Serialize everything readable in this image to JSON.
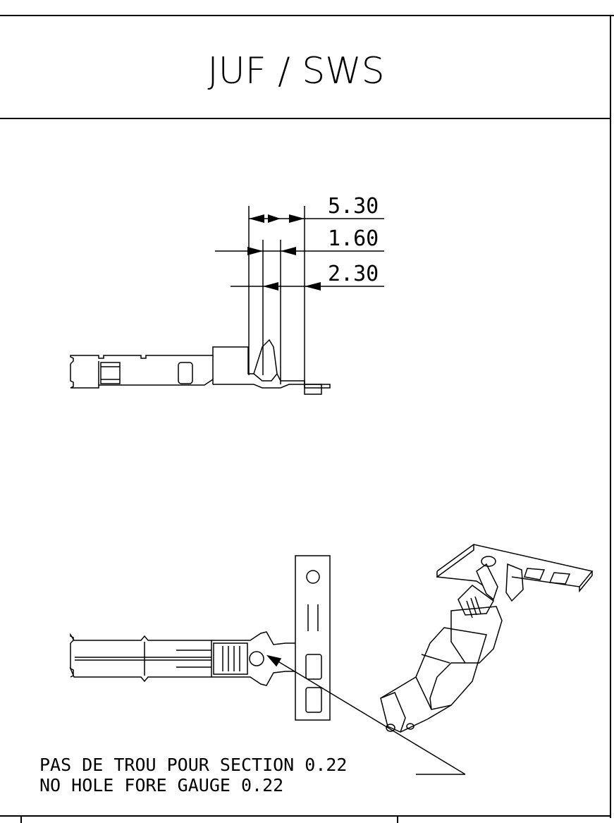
{
  "header": {
    "title": "JUF  /  SWS"
  },
  "dimensions": [
    {
      "label": "5.30"
    },
    {
      "label": "1.60"
    },
    {
      "label": "2.30"
    }
  ],
  "note": {
    "line1": "PAS DE TROU POUR SECTION 0.22",
    "line2": "NO HOLE FORE GAUGE 0.22"
  }
}
